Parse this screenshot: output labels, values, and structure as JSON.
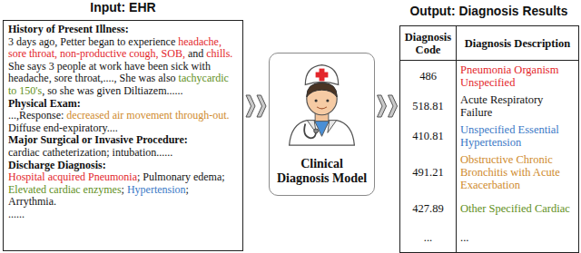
{
  "diagram": {
    "nodes": [
      {
        "text": [
          "Input: EHR",
          "History of Present Illness:",
          "3 days ago, Petter began to experience ",
          "headache, sore throat, non-productive cough, SOB,",
          " and ",
          "chills.",
          " She says 3 people at work have been sick with headache, sore throat,...., She was also ",
          "tachycardic to 150's",
          ", so she was given Diltiazem......",
          "Physical Exam:",
          "...,Response: ",
          "decreased air movement through-out.",
          " Diffuse end-expiratory....",
          "Major Surgical or Invasive Procedure:",
          "cardiac catheterization; intubation......",
          "Discharge Diagnosis:",
          "Hospital acquired Pneumonia",
          "; Pulmonary edema; ",
          "Elevated cardiac enzymes",
          "; ",
          "Hypertension",
          "; Arrythmia.",
          "......"
        ]
      },
      {
        "text": [
          "Clinical Diagnosis Model"
        ]
      },
      {
        "text": [
          "Output: Diagnosis Results"
        ]
      }
    ],
    "edges": [
      {
        "from": 0,
        "to": 1,
        "arrow": "to"
      },
      {
        "from": 1,
        "to": 2,
        "arrow": "to"
      }
    ],
    "labels": [
      "Diagnosis Code",
      "Diagnosis Description",
      "486",
      "Pneumonia Organism Unspecified",
      "518.81",
      "Acute Respiratory Failure",
      "410.81",
      "Unspecified Essential Hypertension",
      "491.21",
      "Obstructive Chronic Bronchitis with Acute Exacerbation",
      "427.89",
      "Other Specified Cardiac",
      "...",
      "..."
    ]
  }
}
